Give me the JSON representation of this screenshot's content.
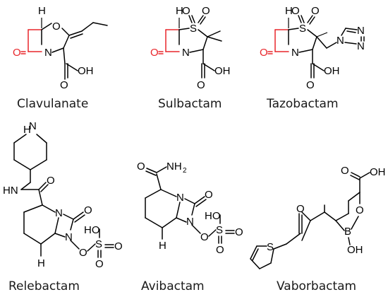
{
  "molecules": [
    {
      "name": "Clavulanate"
    },
    {
      "name": "Sulbactam"
    },
    {
      "name": "Tazobactam"
    },
    {
      "name": "Relebactam"
    },
    {
      "name": "Avibactam"
    },
    {
      "name": "Vaborbactam"
    }
  ],
  "atoms": {
    "H": "H",
    "O": "O",
    "N": "N",
    "S": "S",
    "OH": "OH",
    "HN": "HN",
    "HO": "HO",
    "NH2": "NH",
    "sub2": "2",
    "B": "B"
  },
  "colors": {
    "beta_lactam": "#e8262b",
    "bond": "#000000"
  }
}
